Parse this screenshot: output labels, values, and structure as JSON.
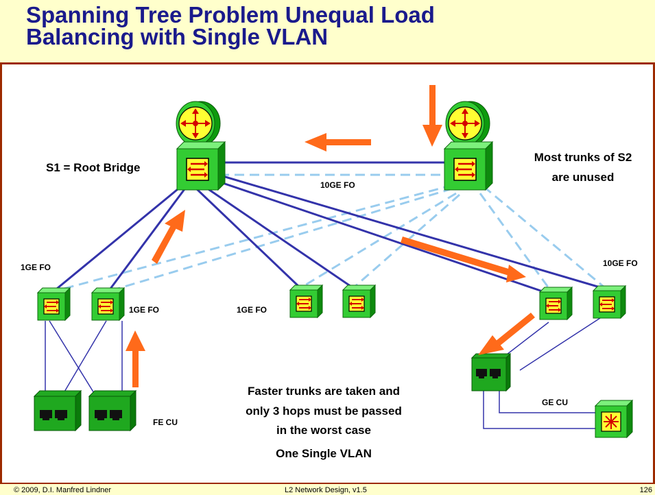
{
  "title": {
    "line1": "Spanning Tree Problem Unequal Load",
    "line2": "Balancing with Single VLAN"
  },
  "labels": {
    "root_bridge": "S1 = Root Bridge",
    "s2_note_line1": "Most trunks of S2",
    "s2_note_line2": "are unused",
    "link_10ge_center": "10GE FO",
    "link_10ge_right": "10GE FO",
    "link_1ge_left": "1GE FO",
    "link_1ge_mid": "1GE FO",
    "link_1ge_center": "1GE FO",
    "fe_cu": "FE CU",
    "ge_cu": "GE CU"
  },
  "caption": {
    "line1": "Faster trunks are taken and",
    "line2": "only 3 hops must be passed",
    "line3": "in the worst case",
    "line4": "One Single VLAN"
  },
  "footer": {
    "copyright": "© 2009, D.I. Manfred Lindner",
    "course": "L2 Network Design, v1.5",
    "page": "126"
  },
  "colors": {
    "title_text": "#1a1a8c",
    "accent_border": "#9c2a00",
    "band_background": "#ffffcc",
    "active_link": "#3333aa",
    "blocked_link": "#99ccee",
    "arrow": "#ff6a1a",
    "switch_green": "#33cc33",
    "switch_dark": "#0e8a0e",
    "icon_yellow": "#ffff33",
    "icon_red": "#d40000"
  },
  "icons": {
    "router": "router-icon",
    "switch": "switch-icon",
    "end_switch": "access-switch-icon",
    "hub": "hub-icon"
  }
}
